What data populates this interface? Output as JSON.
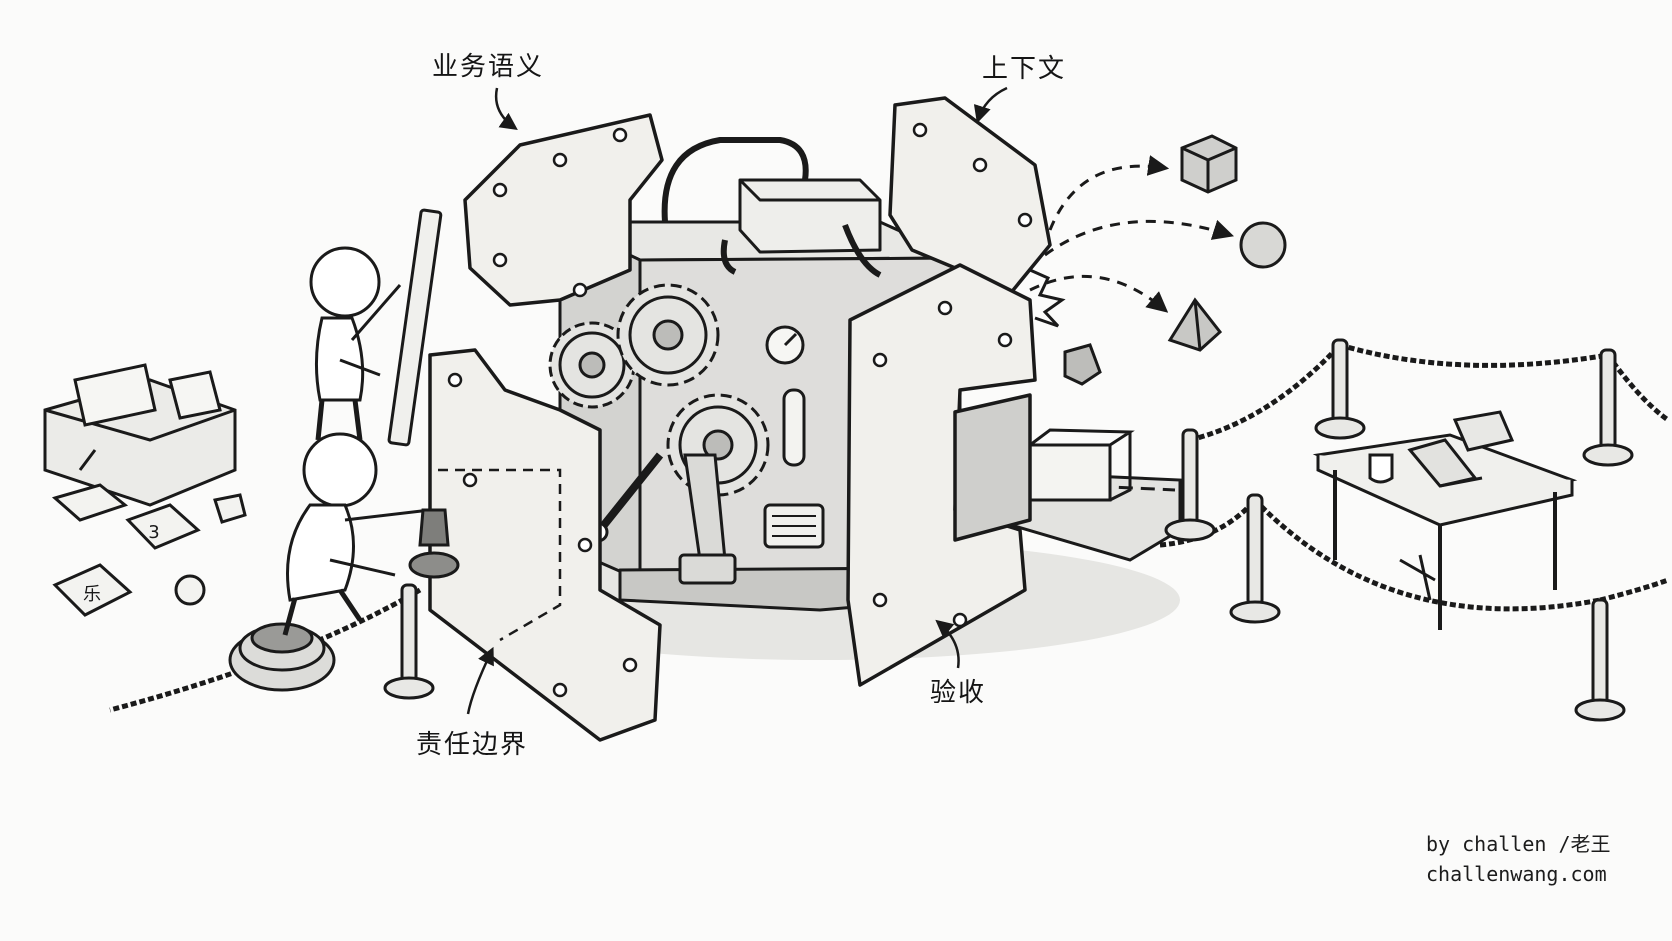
{
  "labels": {
    "business_semantics": "业务语义",
    "context": "上下文",
    "acceptance": "验收",
    "responsibility_boundary": "责任边界"
  },
  "credit": {
    "line1": "by challen /老王",
    "line2": "challenwang.com"
  },
  "icons": {
    "card_3": "3",
    "card_glyph": "乐"
  },
  "palette": {
    "ink": "#1a1a1a",
    "paper": "#fbfbfa",
    "panel": "#f1f0ec",
    "metal": "#d9d9d6",
    "shadow": "#c9c9c6"
  }
}
